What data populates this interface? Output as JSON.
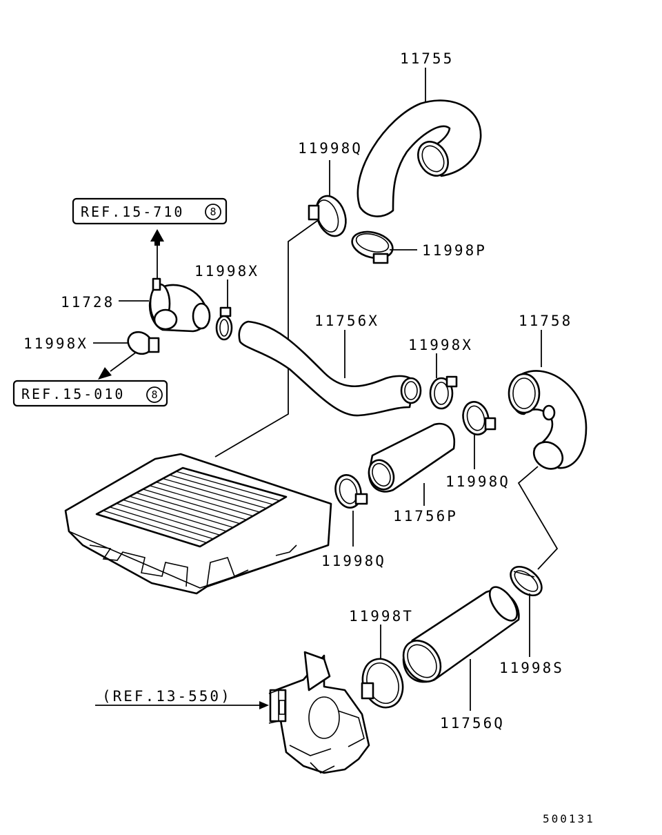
{
  "labels": {
    "p11755": "11755",
    "p11998Q_top": "11998Q",
    "p11998P": "11998P",
    "p11998X_bend": "11998X",
    "p11728": "11728",
    "p11998X_left": "11998X",
    "p11756X": "11756X",
    "p11998X_mid": "11998X",
    "p11758": "11758",
    "p11998Q_right": "11998Q",
    "p11756P": "11756P",
    "p11998Q_low": "11998Q",
    "p11998T": "11998T",
    "p11998S": "11998S",
    "p11756Q": "11756Q",
    "ref13": "(REF.13-550)",
    "figure_no": "500131"
  },
  "refs": [
    {
      "text": "REF.15-710",
      "circle": "8"
    },
    {
      "text": "REF.15-010",
      "circle": "8"
    }
  ]
}
